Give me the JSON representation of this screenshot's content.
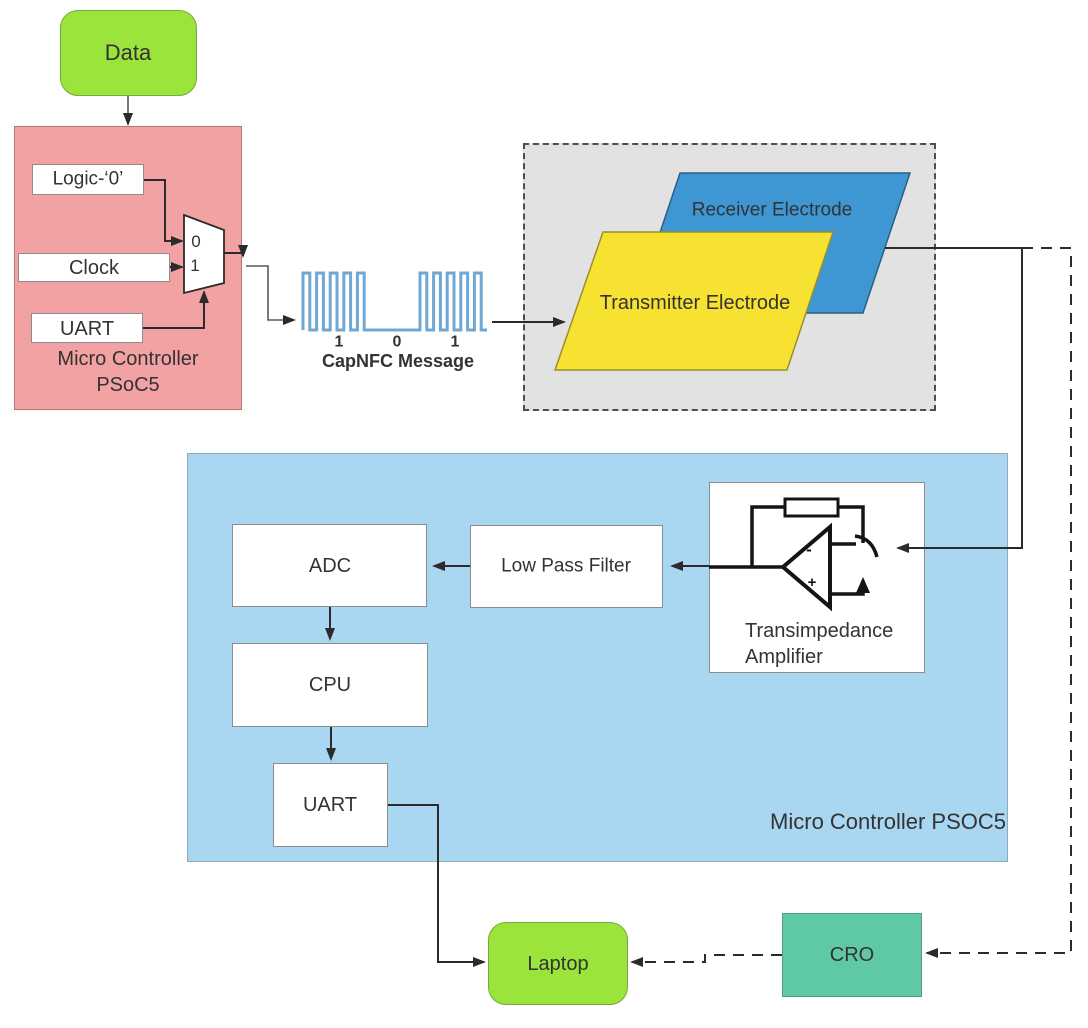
{
  "diagram": {
    "source": {
      "label": "Data"
    },
    "transmitter_mcu": {
      "logic0_label": "Logic-‘0’",
      "clock_label": "Clock",
      "uart_label": "UART",
      "mux_input0": "0",
      "mux_input1": "1",
      "title_line1": "Micro Controller",
      "title_line2": "PSoC5"
    },
    "message": {
      "bits": [
        "1",
        "0",
        "1"
      ],
      "caption": "CapNFC Message"
    },
    "electrodes": {
      "receiver_label": "Receiver Electrode",
      "transmitter_label": "Transmitter Electrode"
    },
    "receiver_mcu": {
      "adc_label": "ADC",
      "lpf_label": "Low Pass Filter",
      "cpu_label": "CPU",
      "uart_label": "UART",
      "tia_line1": "Transimpedance",
      "tia_line2": "Amplifier",
      "opamp_minus": "-",
      "opamp_plus": "+",
      "title": "Micro Controller PSOC5"
    },
    "outputs": {
      "laptop_label": "Laptop",
      "cro_label": "CRO"
    }
  },
  "colors": {
    "accent_green": "#9ae43c",
    "green_border": "#77a83b",
    "salmon_fill": "#f2a2a2",
    "salmon_border": "#c17070",
    "panel_gray": "#e2e2e2",
    "panel_gray_border": "#4d4d4d",
    "panel_blue": "#a9d6f0",
    "panel_blue_border": "#93a9b9",
    "electrode_blue": "#3e96d3",
    "electrode_yellow": "#f8e231",
    "cro_fill": "#5fc9a6",
    "waveform_blue": "#6fa8d2",
    "text_dark": "#333333"
  }
}
